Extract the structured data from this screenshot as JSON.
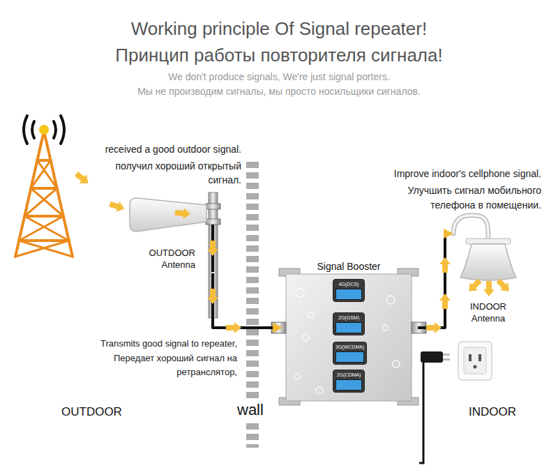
{
  "diagram": {
    "title": "Working principle Of Signal repeater!",
    "nodes": [
      {
        "text": [
          "OUTDOOR Antenna"
        ]
      },
      {
        "text": [
          "Signal Booster"
        ]
      },
      {
        "text": [
          "4G(DCS)"
        ],
        "in": 1
      },
      {
        "text": [
          "2G(GSM)"
        ],
        "in": 1
      },
      {
        "text": [
          "3G(WCDMA)"
        ],
        "in": 1
      },
      {
        "text": [
          "2G(CDMA)"
        ],
        "in": 1
      },
      {
        "text": [
          "INDOOR Antenna"
        ]
      }
    ],
    "edges": [
      {
        "from": 0,
        "to": 1,
        "arrow": "to"
      },
      {
        "from": 1,
        "to": 6,
        "arrow": "to"
      }
    ],
    "labels": [
      "Принцип работы повторителя сигнала!",
      "We don't produce signals, We're just signal porters.",
      "Мы не производим сигналы, мы просто носильщики сигналов.",
      "received a good outdoor signal.",
      "получил хороший открытый сигнал.",
      "Improve indoor's cellphone signal.",
      "Улучшить сигнал мобильного телефона в помещении.",
      "Transmits good signal to repeater,",
      "Передает хороший сигнал на ретранслятор,",
      "OUTDOOR",
      "wall",
      "INDOOR"
    ]
  }
}
